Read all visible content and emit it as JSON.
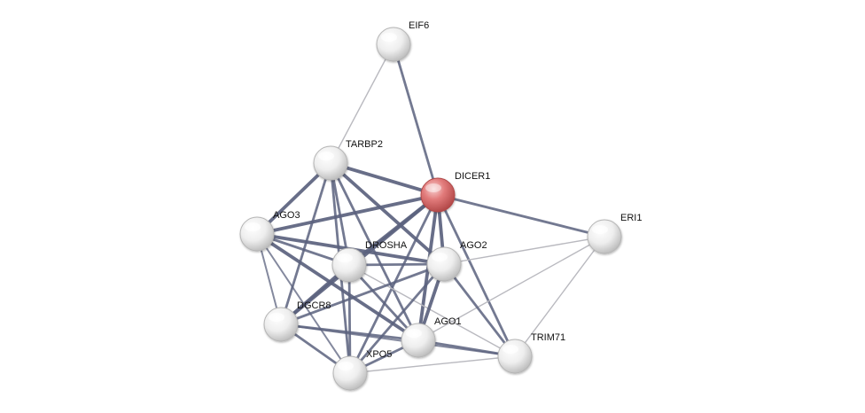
{
  "network": {
    "nodes": [
      {
        "id": "EIF6",
        "label": "EIF6",
        "query": false
      },
      {
        "id": "TARBP2",
        "label": "TARBP2",
        "query": false
      },
      {
        "id": "DICER1",
        "label": "DICER1",
        "query": true
      },
      {
        "id": "AGO3",
        "label": "AGO3",
        "query": false
      },
      {
        "id": "ERI1",
        "label": "ERI1",
        "query": false
      },
      {
        "id": "DROSHA",
        "label": "DROSHA",
        "query": false
      },
      {
        "id": "AGO2",
        "label": "AGO2",
        "query": false
      },
      {
        "id": "DGCR8",
        "label": "DGCR8",
        "query": false
      },
      {
        "id": "AGO1",
        "label": "AGO1",
        "query": false
      },
      {
        "id": "TRIM71",
        "label": "TRIM71",
        "query": false
      },
      {
        "id": "XPO5",
        "label": "XPO5",
        "query": false
      }
    ],
    "edges": [
      {
        "source": "EIF6",
        "target": "DICER1",
        "strength": 2
      },
      {
        "source": "EIF6",
        "target": "TARBP2",
        "strength": 0
      },
      {
        "source": "TARBP2",
        "target": "DICER1",
        "strength": 3
      },
      {
        "source": "TARBP2",
        "target": "AGO3",
        "strength": 3
      },
      {
        "source": "TARBP2",
        "target": "DROSHA",
        "strength": 2
      },
      {
        "source": "TARBP2",
        "target": "AGO2",
        "strength": 3
      },
      {
        "source": "TARBP2",
        "target": "DGCR8",
        "strength": 2
      },
      {
        "source": "TARBP2",
        "target": "AGO1",
        "strength": 2
      },
      {
        "source": "TARBP2",
        "target": "XPO5",
        "strength": 2
      },
      {
        "source": "DICER1",
        "target": "AGO3",
        "strength": 3
      },
      {
        "source": "DICER1",
        "target": "ERI1",
        "strength": 2
      },
      {
        "source": "DICER1",
        "target": "DROSHA",
        "strength": 3
      },
      {
        "source": "DICER1",
        "target": "AGO2",
        "strength": 3
      },
      {
        "source": "DICER1",
        "target": "DGCR8",
        "strength": 3
      },
      {
        "source": "DICER1",
        "target": "AGO1",
        "strength": 3
      },
      {
        "source": "DICER1",
        "target": "TRIM71",
        "strength": 2
      },
      {
        "source": "DICER1",
        "target": "XPO5",
        "strength": 2
      },
      {
        "source": "AGO3",
        "target": "DROSHA",
        "strength": 2
      },
      {
        "source": "AGO3",
        "target": "AGO2",
        "strength": 3
      },
      {
        "source": "AGO3",
        "target": "DGCR8",
        "strength": 1
      },
      {
        "source": "AGO3",
        "target": "AGO1",
        "strength": 3
      },
      {
        "source": "AGO3",
        "target": "XPO5",
        "strength": 1
      },
      {
        "source": "ERI1",
        "target": "AGO2",
        "strength": 0
      },
      {
        "source": "ERI1",
        "target": "AGO1",
        "strength": 0
      },
      {
        "source": "ERI1",
        "target": "TRIM71",
        "strength": 0
      },
      {
        "source": "DROSHA",
        "target": "AGO2",
        "strength": 2
      },
      {
        "source": "DROSHA",
        "target": "DGCR8",
        "strength": 3
      },
      {
        "source": "DROSHA",
        "target": "AGO1",
        "strength": 2
      },
      {
        "source": "DROSHA",
        "target": "XPO5",
        "strength": 2
      },
      {
        "source": "DROSHA",
        "target": "TRIM71",
        "strength": 0
      },
      {
        "source": "AGO2",
        "target": "DGCR8",
        "strength": 2
      },
      {
        "source": "AGO2",
        "target": "AGO1",
        "strength": 3
      },
      {
        "source": "AGO2",
        "target": "TRIM71",
        "strength": 2
      },
      {
        "source": "AGO2",
        "target": "XPO5",
        "strength": 2
      },
      {
        "source": "DGCR8",
        "target": "AGO1",
        "strength": 2
      },
      {
        "source": "DGCR8",
        "target": "XPO5",
        "strength": 2
      },
      {
        "source": "DGCR8",
        "target": "TRIM71",
        "strength": 1
      },
      {
        "source": "AGO1",
        "target": "XPO5",
        "strength": 2
      },
      {
        "source": "AGO1",
        "target": "TRIM71",
        "strength": 2
      },
      {
        "source": "XPO5",
        "target": "TRIM71",
        "strength": 0
      }
    ],
    "colors": {
      "background": "#ffffff",
      "node_fill": "#f2f2f2",
      "node_edge_stroke": "#b5b5b5",
      "query_node_fill": "#e27b7b",
      "query_node_stroke": "#b04848",
      "edge_strong": "#5b627e",
      "edge_weak": "#b9b9bf",
      "label": "#111111"
    }
  }
}
